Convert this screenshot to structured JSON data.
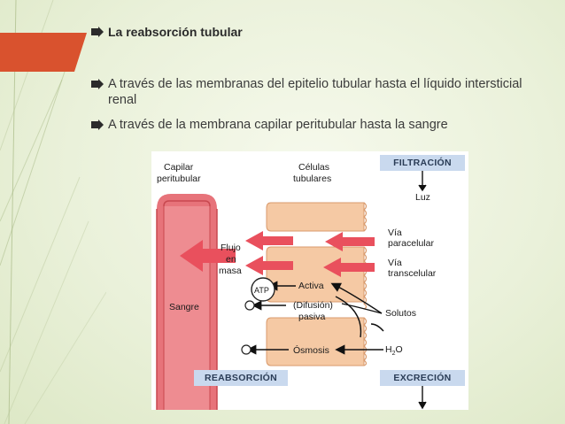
{
  "slide": {
    "bullets": [
      {
        "text": "La reabsorción tubular"
      },
      {
        "text": "A través de las membranas del epitelio tubular hasta el líquido intersticial renal"
      },
      {
        "text": "A través de la membrana capilar peritubular hasta la sangre"
      }
    ]
  },
  "diagram": {
    "labels": {
      "capilar": "Capilar",
      "peritubular": "peritubular",
      "celulas": "Células",
      "tubulares": "tubulares",
      "filtracion": "FILTRACIÓN",
      "luz": "Luz",
      "via1": "Vía",
      "paracelular": "paracelular",
      "via2": "Vía",
      "transcelular": "transcelular",
      "flujo": "Flujo",
      "en": "en",
      "masa": "masa",
      "atp": "ATP",
      "activa": "Activa",
      "difusion": "(Difusión)",
      "pasiva": "pasiva",
      "solutos": "Solutos",
      "sangre": "Sangre",
      "osmosis": "Ósmosis",
      "h2o_h": "H",
      "h2o_2": "2",
      "h2o_o": "O",
      "reabsorcion": "REABSORCIÓN",
      "excrecion": "EXCRECIÓN"
    },
    "colors": {
      "capillar": "#e7737a",
      "capillar_dark": "#c8484f",
      "cell": "#f5c9a4",
      "cell_edge": "#d99a6c",
      "arrow_red": "#e9505d",
      "box_blue": "#c9d9ee"
    }
  }
}
